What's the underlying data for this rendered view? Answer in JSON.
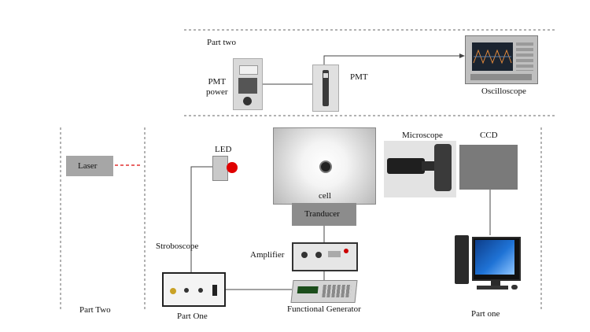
{
  "labels": {
    "part_two_top": "Part two",
    "pmt_power": "PMT\npower",
    "pmt": "PMT",
    "oscilloscope": "Oscilloscope",
    "laser": "Laser",
    "led": "LED",
    "cell": "cell",
    "tranducer": "Tranducer",
    "microscope": "Microscope",
    "ccd": "CCD",
    "stroboscope": "Stroboscope",
    "amplifier": "Amplifier",
    "functional_generator": "Functional Generator",
    "part_two_bottom": "Part Two",
    "part_one_left": "Part One",
    "part_one_right": "Part one"
  },
  "colors": {
    "laser_box": "#a6a6a6",
    "laser_beam": "#e03030",
    "led_red": "#e00000",
    "led_body": "#c9c9c9",
    "tranducer": "#8c8c8c",
    "ccd": "#7a7a7a",
    "wire": "#444444",
    "dash": "#666666"
  }
}
